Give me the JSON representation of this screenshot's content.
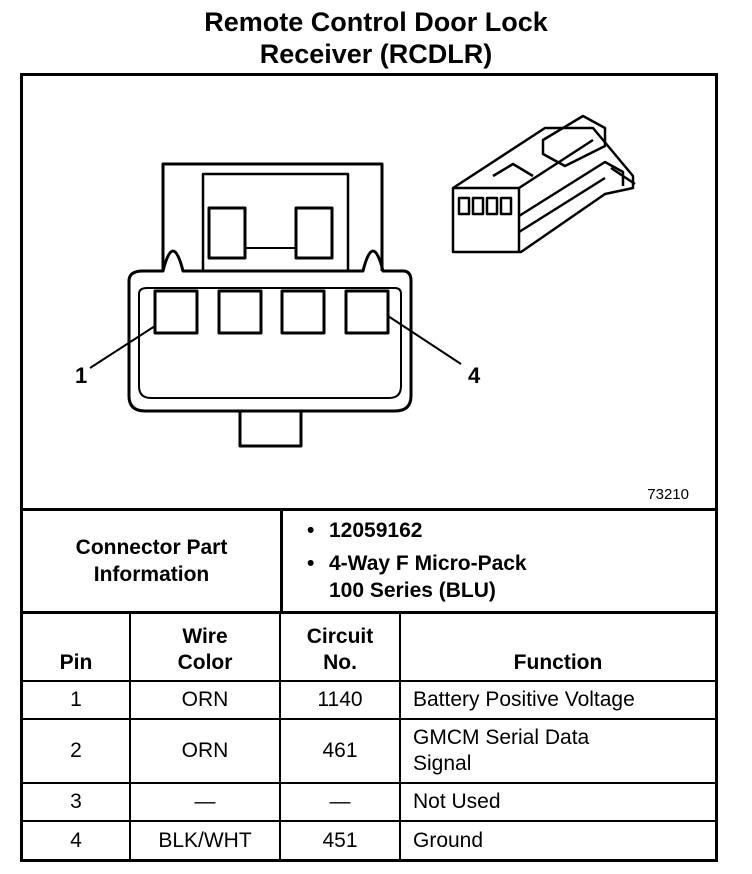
{
  "title": {
    "line1": "Remote Control Door Lock",
    "line2": "Receiver (RCDLR)"
  },
  "figure": {
    "number": "73210",
    "callouts": {
      "pin_left": "1",
      "pin_right": "4"
    }
  },
  "connector_info": {
    "label_line1": "Connector Part",
    "label_line2": "Information",
    "bullet": "•",
    "items": [
      {
        "line1": "12059162",
        "line2": ""
      },
      {
        "line1": "4-Way F Micro-Pack",
        "line2": "100 Series (BLU)"
      }
    ]
  },
  "table": {
    "headers": {
      "pin": "Pin",
      "wire_line1": "Wire",
      "wire_line2": "Color",
      "circuit_line1": "Circuit",
      "circuit_line2": "No.",
      "function": "Function"
    },
    "rows": [
      {
        "pin": "1",
        "wire": "ORN",
        "circuit": "1140",
        "function_line1": "Battery Positive Voltage",
        "function_line2": ""
      },
      {
        "pin": "2",
        "wire": "ORN",
        "circuit": "461",
        "function_line1": "GMCM Serial Data",
        "function_line2": "Signal"
      },
      {
        "pin": "3",
        "wire": "—",
        "circuit": "—",
        "function_line1": "Not Used",
        "function_line2": ""
      },
      {
        "pin": "4",
        "wire": "BLK/WHT",
        "circuit": "451",
        "function_line1": "Ground",
        "function_line2": ""
      }
    ]
  }
}
